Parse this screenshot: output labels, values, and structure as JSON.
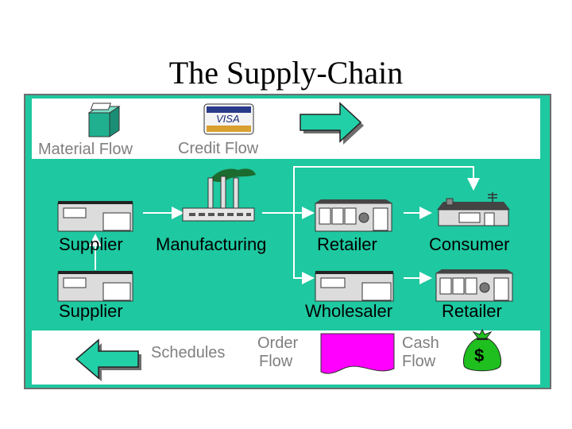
{
  "title": "The Supply-Chain",
  "legend": {
    "material_flow": "Material Flow",
    "credit_flow": "Credit Flow",
    "visa_text": "VISA",
    "schedules": "Schedules",
    "order_flow_line1": "Order",
    "order_flow_line2": "Flow",
    "cash_flow_line1": "Cash",
    "cash_flow_line2": "Flow",
    "dollar": "$"
  },
  "nodes": {
    "supplier_top": "Supplier",
    "manufacturing": "Manufacturing",
    "retailer_top": "Retailer",
    "consumer": "Consumer",
    "supplier_bottom": "Supplier",
    "wholesaler": "Wholesaler",
    "retailer_bottom": "Retailer"
  },
  "colors": {
    "panel": "#1ec8a0",
    "arrow_fill": "#22d0a8",
    "order_flow_doc": "#ff00ff",
    "money_bag": "#1fbf1f",
    "smoke": "#1c6b2e"
  },
  "icons": [
    "box-icon",
    "credit-card-icon",
    "right-arrow-icon",
    "left-arrow-icon",
    "factory-icon",
    "building-icon",
    "store-icon",
    "house-icon",
    "document-icon",
    "money-bag-icon"
  ]
}
